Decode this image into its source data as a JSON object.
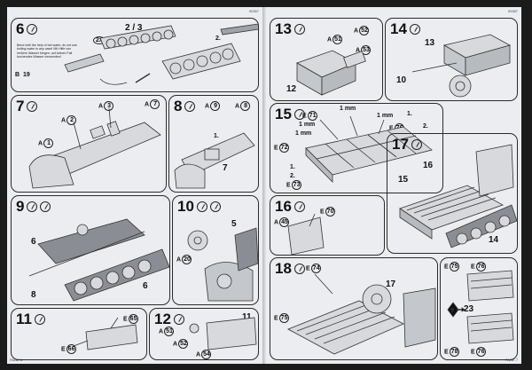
{
  "page_headers": {
    "left": "00357",
    "right": "00357"
  },
  "page_footers": {
    "left": "PAGE 6",
    "right": "PAGE 7"
  },
  "steps": {
    "s6": {
      "num": "6",
      "parts": "2 / 3",
      "qty": "2x",
      "callouts": [
        "B",
        "19",
        "B",
        "19",
        "1.",
        "2."
      ],
      "note": "Bend with the help of hot water, do not use boiling water in any case! Mit Hilfe von heißem Wasser biegen, auf keinen Fall kochendes Wasser verwenden!"
    },
    "s7": {
      "num": "7",
      "labels": [
        "A",
        "2",
        "A",
        "3",
        "A",
        "7",
        "A",
        "1"
      ]
    },
    "s8": {
      "num": "8",
      "labels": [
        "A",
        "9",
        "A",
        "8",
        "1.",
        "2.",
        "7"
      ]
    },
    "s9": {
      "num": "9",
      "labels": [
        "6",
        "8",
        "6"
      ]
    },
    "s10": {
      "num": "10",
      "labels": [
        "5",
        "A",
        "20",
        "9"
      ]
    },
    "s11": {
      "num": "11",
      "labels": [
        "E",
        "66",
        "E",
        "65"
      ]
    },
    "s12": {
      "num": "12",
      "labels": [
        "11",
        "A",
        "51",
        "A",
        "52",
        "A",
        "54"
      ]
    },
    "s13": {
      "num": "13",
      "labels": [
        "A",
        "51",
        "A",
        "52",
        "A",
        "53",
        "12"
      ]
    },
    "s14": {
      "num": "14",
      "labels": [
        "13",
        "10"
      ]
    },
    "s15": {
      "num": "15",
      "labels": [
        "E",
        "71",
        "E",
        "76",
        "E",
        "72",
        "E",
        "73",
        "1 mm",
        "1 mm",
        "1 mm",
        "1 mm",
        "1.",
        "2.",
        "1.",
        "2."
      ]
    },
    "s16": {
      "num": "16",
      "labels": [
        "E",
        "70",
        "A",
        "45"
      ]
    },
    "s17": {
      "num": "17",
      "labels": [
        "16",
        "15",
        "14"
      ]
    },
    "s18": {
      "num": "18",
      "labels": [
        "E",
        "74",
        "17",
        "E",
        "75",
        "E",
        "75",
        "E",
        "76",
        "E",
        "78",
        "E",
        "76"
      ]
    },
    "ref": {
      "label": "23"
    }
  }
}
